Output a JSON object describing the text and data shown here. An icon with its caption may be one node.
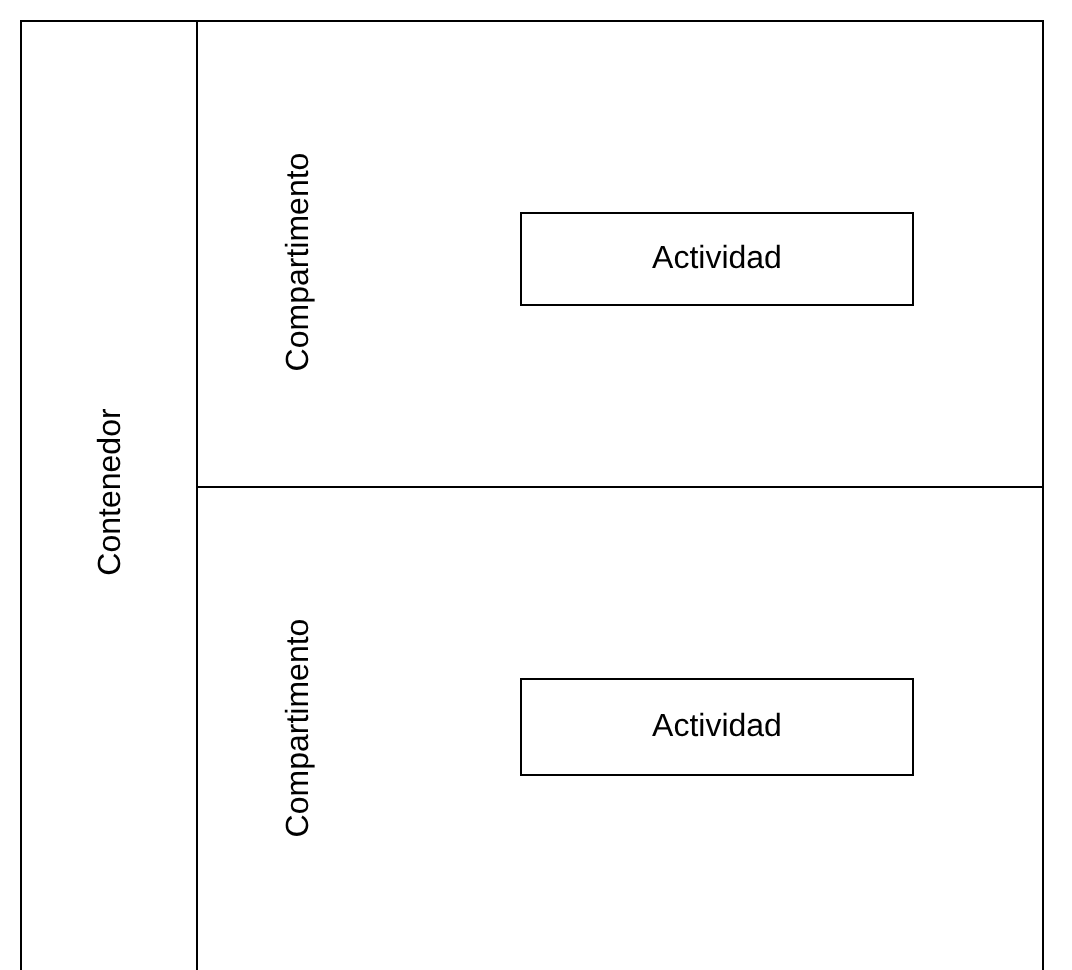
{
  "diagram": {
    "nodes": [
      {
        "text": [
          "Contenedor"
        ]
      },
      {
        "text": [
          "Compartimento"
        ],
        "in": 0
      },
      {
        "text": [
          "Actividad"
        ],
        "in": 1
      },
      {
        "text": [
          "Compartimento"
        ],
        "in": 0
      },
      {
        "text": [
          "Actividad"
        ],
        "in": 3
      }
    ]
  }
}
